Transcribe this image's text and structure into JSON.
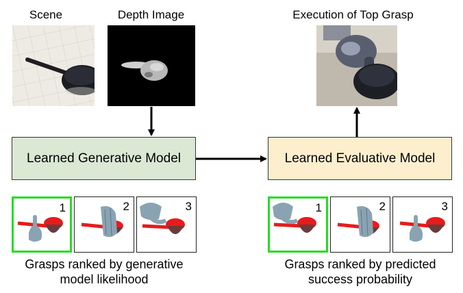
{
  "labels": {
    "scene": "Scene",
    "depth": "Depth Image",
    "execution": "Execution of Top Grasp"
  },
  "models": {
    "generative": "Learned Generative Model",
    "evaluative": "Learned Evaluative Model"
  },
  "ranks": [
    "1",
    "2",
    "3"
  ],
  "captions": {
    "generative_line1": "Grasps ranked by generative",
    "generative_line2": "model likelihood",
    "evaluative_line1": "Grasps ranked by predicted",
    "evaluative_line2": "success probability"
  },
  "colors": {
    "generative_box": "#dae8d4",
    "evaluative_box": "#fdefce",
    "highlight": "#22dd22",
    "cup": "#e61c1c",
    "hand": "#8aa3b2"
  }
}
